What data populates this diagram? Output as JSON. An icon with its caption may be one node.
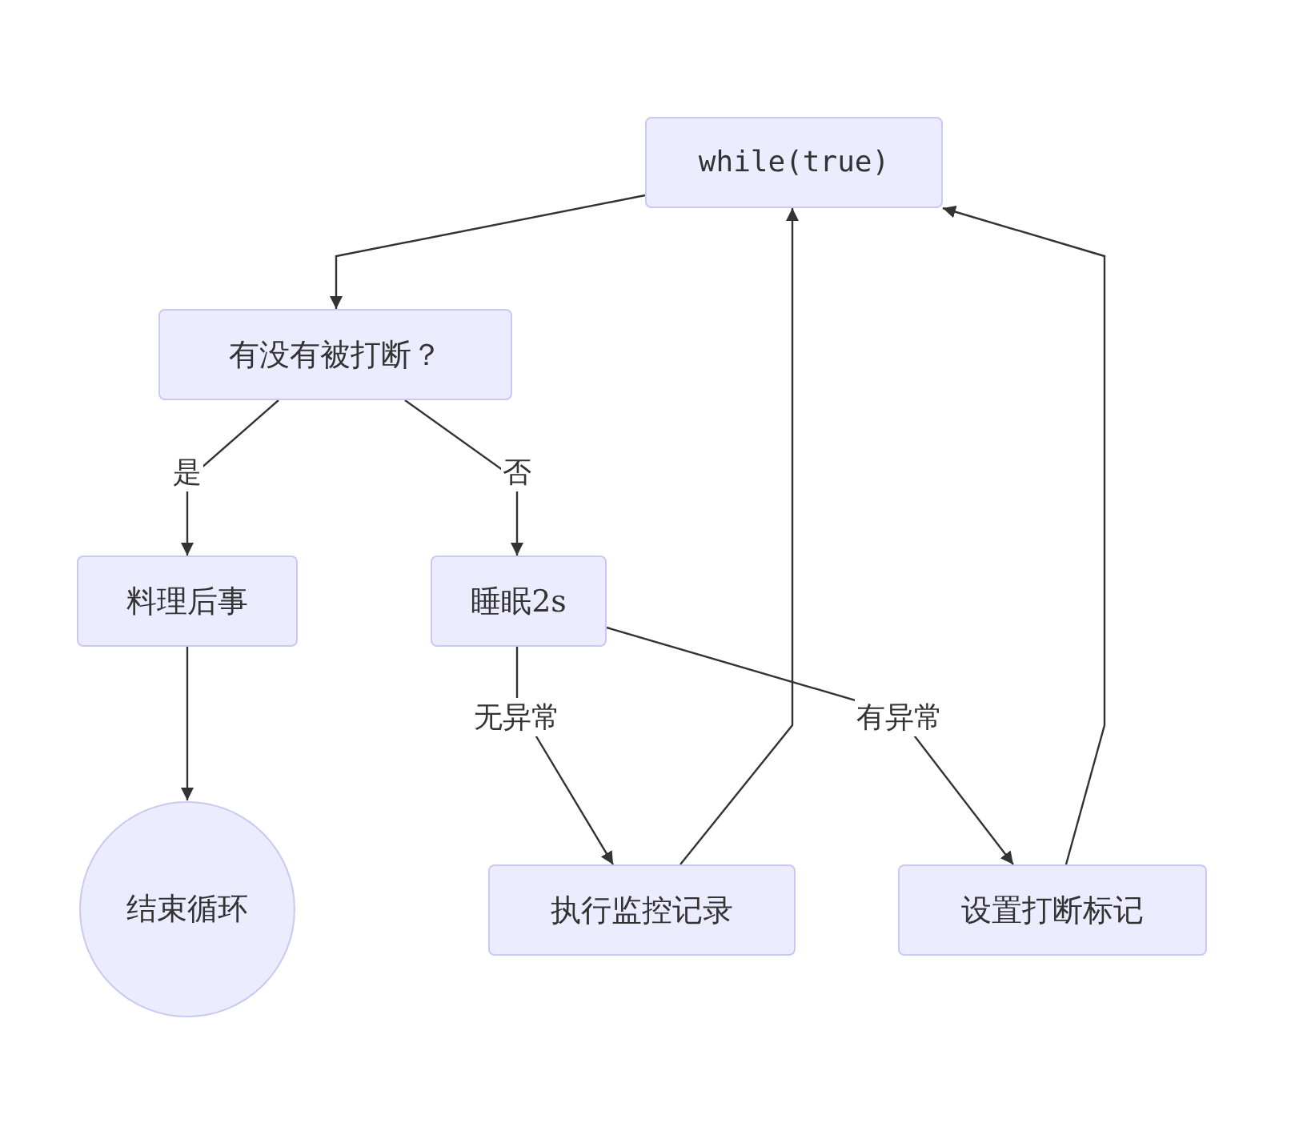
{
  "diagram": {
    "nodes": [
      {
        "text": [
          "while(true)"
        ]
      },
      {
        "text": [
          "有没有被打断？"
        ]
      },
      {
        "text": [
          "料理后事"
        ]
      },
      {
        "text": [
          "睡眠2s"
        ]
      },
      {
        "text": [
          "结束循环"
        ]
      },
      {
        "text": [
          "执行监控记录"
        ]
      },
      {
        "text": [
          "设置打断标记"
        ]
      }
    ],
    "edges": [
      {
        "from": 0,
        "to": 1,
        "arrow": "to"
      },
      {
        "from": 1,
        "to": 2,
        "label": "是",
        "arrow": "to"
      },
      {
        "from": 1,
        "to": 3,
        "label": "否",
        "arrow": "to"
      },
      {
        "from": 2,
        "to": 4,
        "arrow": "to"
      },
      {
        "from": 3,
        "to": 5,
        "label": "无异常",
        "arrow": "to"
      },
      {
        "from": 3,
        "to": 6,
        "label": "有异常",
        "arrow": "to"
      },
      {
        "from": 5,
        "to": 0,
        "arrow": "to"
      },
      {
        "from": 6,
        "to": 0,
        "arrow": "to"
      }
    ]
  }
}
